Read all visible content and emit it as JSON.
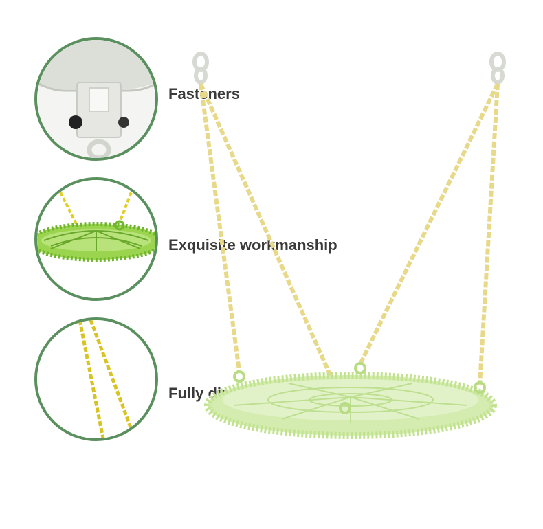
{
  "features": [
    {
      "label": "Fasteners",
      "icon": "fastener-closeup-icon"
    },
    {
      "label": "Exquisite workmanship",
      "icon": "seat-weave-closeup-icon"
    },
    {
      "label": "Fully dipped chain",
      "icon": "chain-closeup-icon"
    }
  ],
  "colors": {
    "ring_border": "#5a8f5e",
    "label_text": "#3a3a3a",
    "chain_yellow": "#e8d98a",
    "chain_closeup_yellow": "#d9c323",
    "seat_green": "#c9e69a",
    "seat_closeup_green": "#7ec63a",
    "fastener_grey": "#d7d9d3"
  }
}
